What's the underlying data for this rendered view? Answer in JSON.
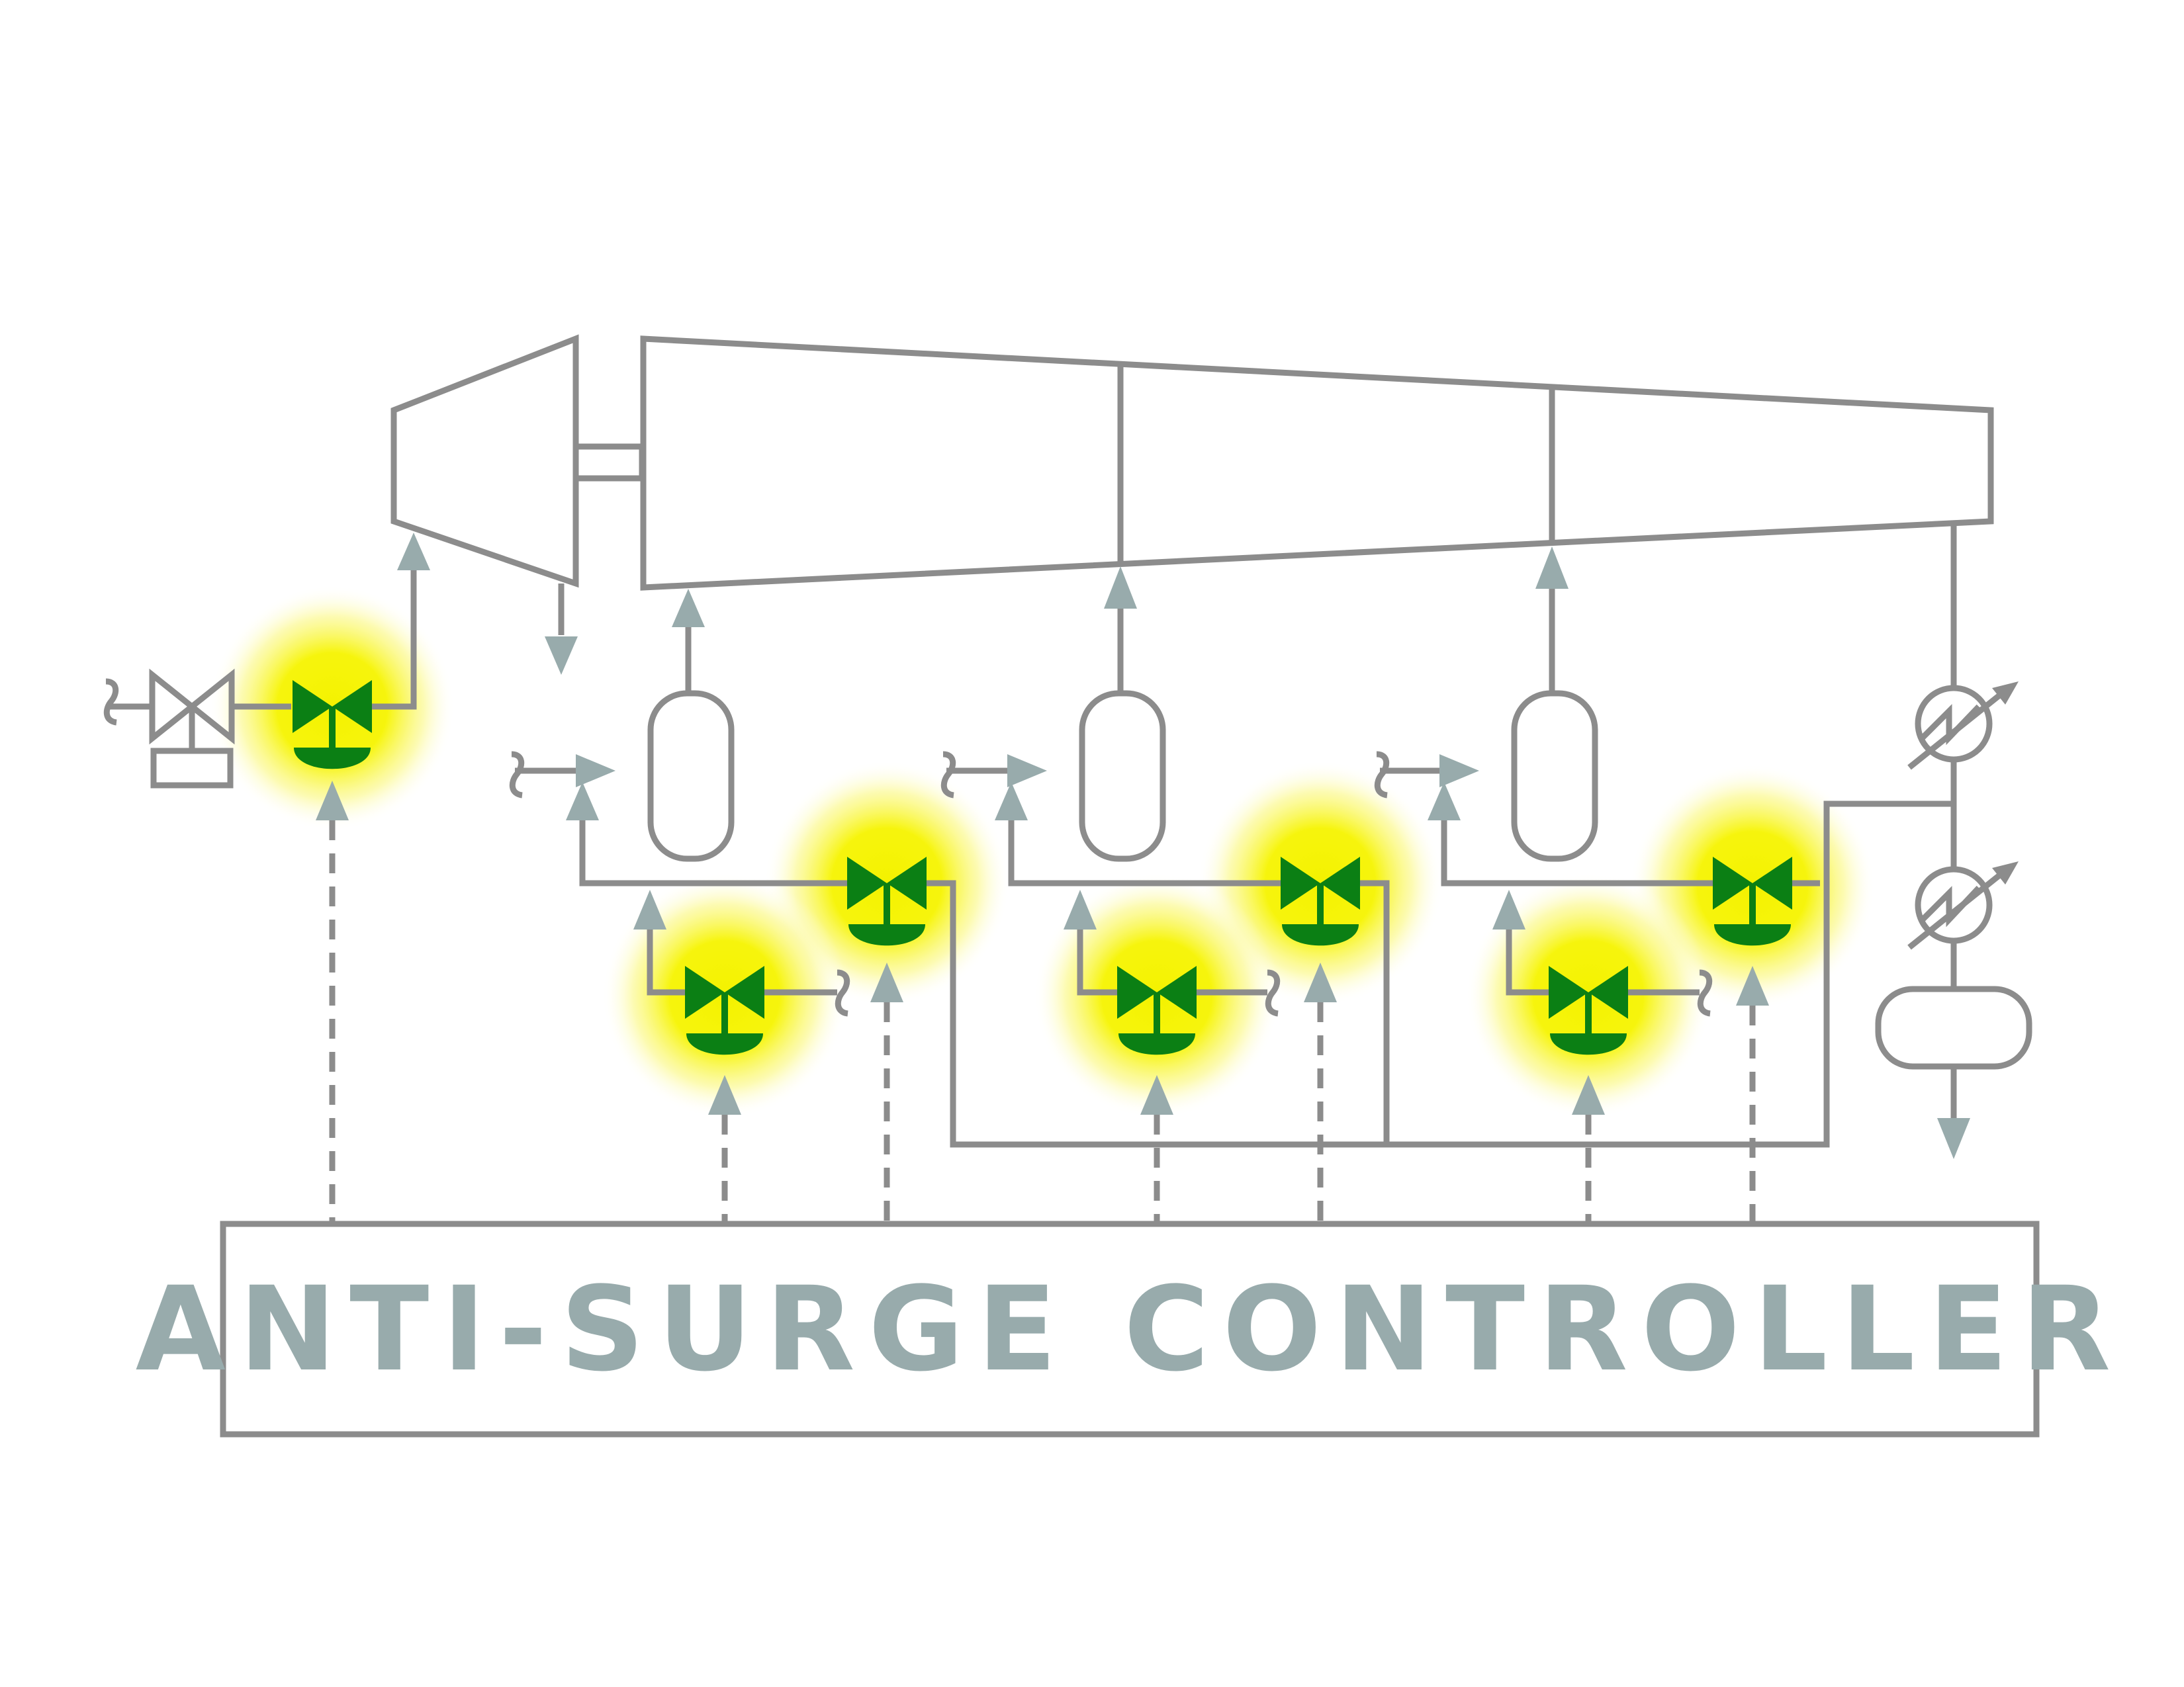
{
  "diagram": {
    "title": "Anti-surge control schematic",
    "controller": {
      "label": "ANTI-SURGE CONTROLLER"
    },
    "colors": {
      "pipe": "#8c8c8c",
      "arrow": "#98abac",
      "valve": "#0b7f14",
      "glow": "#f4f200",
      "text": "#98abac"
    },
    "nodes": [
      {
        "id": "lp-casing",
        "type": "compressor-casing"
      },
      {
        "id": "hp-casing",
        "type": "compressor-casing",
        "sections": 3
      },
      {
        "id": "suction-valve",
        "type": "manual-valve"
      },
      {
        "id": "separator-1",
        "type": "vessel"
      },
      {
        "id": "separator-2",
        "type": "vessel"
      },
      {
        "id": "separator-3",
        "type": "vessel"
      },
      {
        "id": "cooler-1",
        "type": "heat-exchanger"
      },
      {
        "id": "cooler-2",
        "type": "heat-exchanger"
      },
      {
        "id": "discharge-drum",
        "type": "vessel"
      }
    ],
    "control_valves": [
      {
        "id": "valve-inlet",
        "highlighted": true
      },
      {
        "id": "valve-stage1-recycle",
        "highlighted": true
      },
      {
        "id": "valve-stage1-bypass",
        "highlighted": true
      },
      {
        "id": "valve-stage2-recycle",
        "highlighted": true
      },
      {
        "id": "valve-stage2-bypass",
        "highlighted": true
      },
      {
        "id": "valve-stage3-recycle",
        "highlighted": true
      },
      {
        "id": "valve-stage3-bypass",
        "highlighted": true
      }
    ],
    "signal_lines": 7
  }
}
